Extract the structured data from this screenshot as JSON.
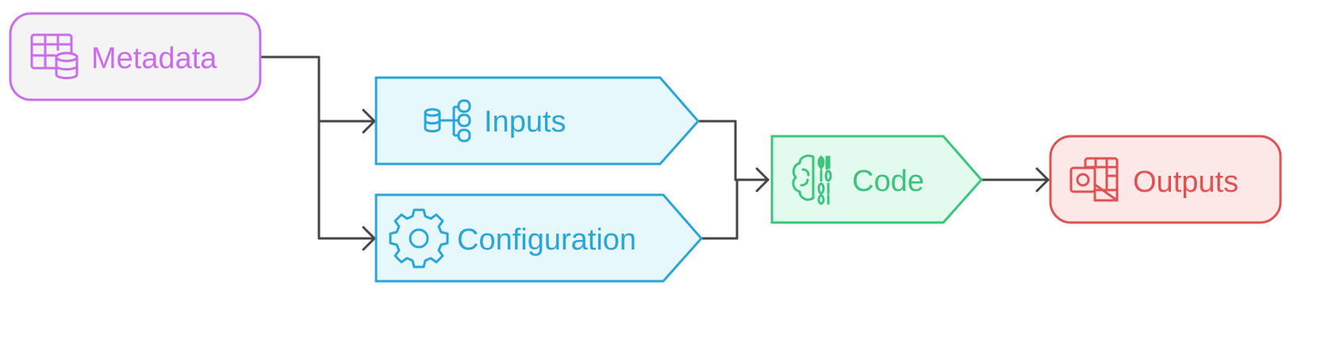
{
  "nodes": {
    "metadata": {
      "label": "Metadata",
      "icon": "table-database-icon",
      "stroke": "#c96ee8",
      "fill": "#f4f4f5",
      "text": "#c96ee8"
    },
    "inputs": {
      "label": "Inputs",
      "icon": "database-tree-icon",
      "stroke": "#2aa6d6",
      "fill": "#e7f8fd",
      "text": "#2aa6d6"
    },
    "configuration": {
      "label": "Configuration",
      "icon": "gear-icon",
      "stroke": "#2aa6d6",
      "fill": "#e7f8fd",
      "text": "#2aa6d6"
    },
    "code": {
      "label": "Code",
      "icon": "brain-binary-icon",
      "stroke": "#3cc47c",
      "fill": "#e3fbef",
      "text": "#3cc47c"
    },
    "outputs": {
      "label": "Outputs",
      "icon": "spreadsheet-mail-icon",
      "stroke": "#e05252",
      "fill": "#fde8e8",
      "text": "#e05252"
    }
  },
  "edges": [
    {
      "from": "Metadata",
      "to": "Inputs"
    },
    {
      "from": "Metadata",
      "to": "Configuration"
    },
    {
      "from": "Inputs",
      "to": "Code"
    },
    {
      "from": "Configuration",
      "to": "Code"
    },
    {
      "from": "Code",
      "to": "Outputs"
    }
  ],
  "connector_color": "#454545"
}
